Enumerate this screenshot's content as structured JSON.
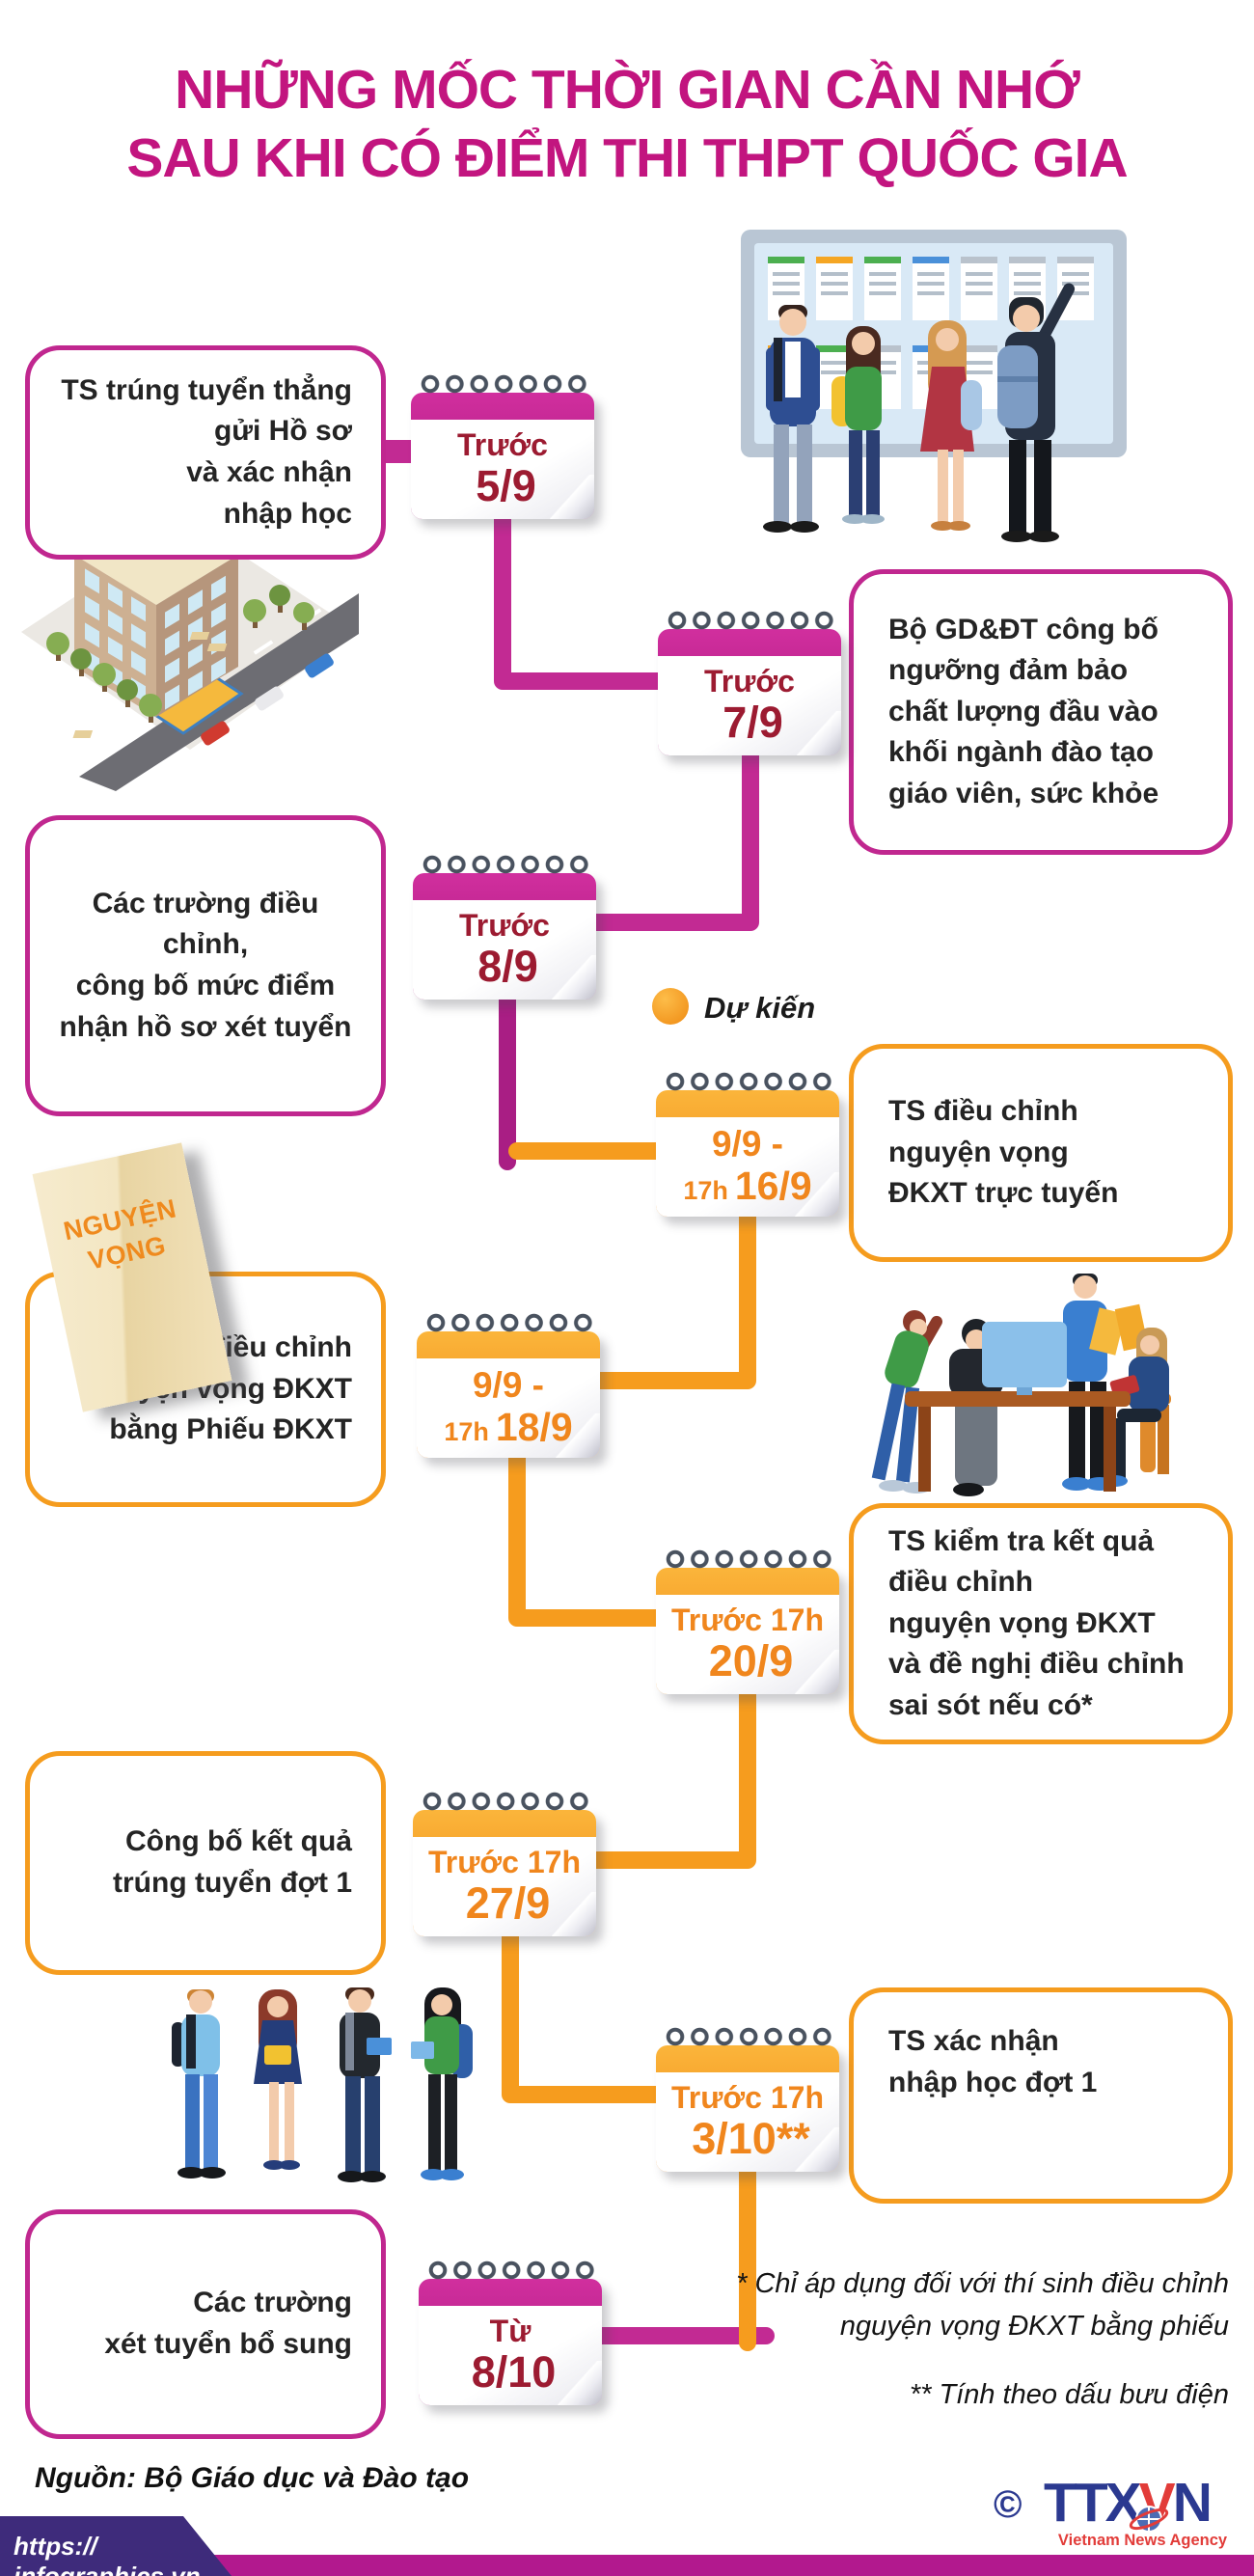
{
  "title": {
    "line1": "NHỮNG MỐC THỜI GIAN CẦN NHỚ",
    "line2": "SAU KHI CÓ ĐIỂM THI THPT QUỐC GIA"
  },
  "legend": {
    "label": "Dự kiến"
  },
  "colors": {
    "title_magenta": "#c2157f",
    "pink_line": "#c22a93",
    "pink_header": "#a5157c",
    "crimson_text": "#9c1b31",
    "orange_line": "#f69c1e",
    "orange_text": "#f0861d",
    "footer_bar": "#b2198e",
    "ribbon_purple": "#3e2b7b",
    "logo_blue": "#2b3990",
    "logo_red": "#e23c39"
  },
  "milestones": [
    {
      "prefix": "Trước",
      "small": "",
      "date": "5/9",
      "desc": [
        "TS trúng tuyển thẳng",
        "gửi Hồ sơ",
        "và xác nhận",
        "nhập học"
      ]
    },
    {
      "prefix": "Trước",
      "small": "",
      "date": "7/9",
      "desc": [
        "Bộ GD&ĐT công bố",
        "ngưỡng đảm bảo",
        "chất lượng đầu vào",
        "khối ngành đào tạo",
        "giáo viên, sức khỏe"
      ]
    },
    {
      "prefix": "Trước",
      "small": "",
      "date": "8/9",
      "desc": [
        "Các trường điều chỉnh,",
        "công bố mức điểm",
        "nhận hồ sơ xét tuyển"
      ]
    },
    {
      "prefix": "9/9 -",
      "small": "17h",
      "date": "16/9",
      "desc": [
        "TS điều chỉnh",
        "nguyện vọng",
        "ĐKXT trực tuyến"
      ]
    },
    {
      "prefix": "9/9 -",
      "small": "17h",
      "date": "18/9",
      "desc": [
        "TS điều chỉnh",
        "nguyện vọng ĐKXT",
        "bằng Phiếu ĐKXT"
      ]
    },
    {
      "prefix": "Trước 17h",
      "small": "",
      "date": "20/9",
      "desc": [
        "TS kiểm tra kết quả",
        "điều chỉnh",
        "nguyện vọng ĐKXT",
        "và đề nghị điều chỉnh",
        "sai sót nếu có*"
      ]
    },
    {
      "prefix": "Trước 17h",
      "small": "",
      "date": "27/9",
      "desc": [
        "Công bố kết quả",
        "trúng tuyển đợt 1"
      ]
    },
    {
      "prefix": "Trước 17h",
      "small": "",
      "date": "3/10**",
      "desc": [
        "TS xác nhận",
        "nhập học đợt 1"
      ]
    },
    {
      "prefix": "Từ",
      "small": "",
      "date": "8/10",
      "desc": [
        "Các trường",
        "xét tuyển bổ sung"
      ]
    }
  ],
  "paper_note": {
    "line1": "NGUYỆN",
    "line2": "VỌNG"
  },
  "footnotes": {
    "note1_line1": "* Chỉ áp dụng đối với thí sinh điều chỉnh",
    "note1_line2": "nguyện vọng ĐKXT bằng phiếu",
    "note2": "** Tính theo dấu bưu điện"
  },
  "footer": {
    "source": "Nguồn: Bộ Giáo dục và Đào tạo",
    "url": "https:// infographics.vn",
    "copyright": "©",
    "logo_part1": "TTX",
    "logo_part2": "V",
    "logo_part3": "N",
    "logo_subtitle": "Vietnam News Agency"
  }
}
